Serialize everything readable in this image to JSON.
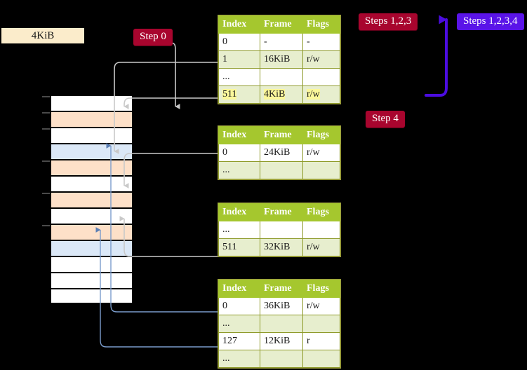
{
  "labels": {
    "size_box": "4KiB",
    "step0": "Step 0",
    "steps123": "Steps 1,2,3",
    "steps1234": "Steps 1,2,3,4",
    "step4": "Step 4"
  },
  "colors": {
    "tag_red": "#a8052e",
    "tag_blue": "#5a14e8",
    "cream": "#fbeccb",
    "table_header": "#a5c72e",
    "table_alt_row": "#e7eece",
    "highlight": "#fbf79a",
    "mem_orange": "#fde0c8",
    "mem_blue": "#dbe8f7",
    "connector_gray": "#b8b8b8",
    "connector_blue": "#7a9ccc"
  },
  "columns": [
    "Index",
    "Frame",
    "Flags"
  ],
  "tables": [
    {
      "name": "pml4-table",
      "rows": [
        {
          "index": "0",
          "frame": "-",
          "flags": "-",
          "alt": false,
          "highlight": false
        },
        {
          "index": "1",
          "frame": "16KiB",
          "flags": "r/w",
          "alt": true,
          "highlight": false
        },
        {
          "index": "...",
          "frame": "",
          "flags": "",
          "alt": false,
          "highlight": false
        },
        {
          "index": "511",
          "frame": "4KiB",
          "flags": "r/w",
          "alt": true,
          "highlight": true
        }
      ]
    },
    {
      "name": "pdpt-table",
      "rows": [
        {
          "index": "0",
          "frame": "24KiB",
          "flags": "r/w",
          "alt": false,
          "highlight": false
        },
        {
          "index": "...",
          "frame": "",
          "flags": "",
          "alt": true,
          "highlight": false
        }
      ]
    },
    {
      "name": "pd-table",
      "rows": [
        {
          "index": "...",
          "frame": "",
          "flags": "",
          "alt": false,
          "highlight": false
        },
        {
          "index": "511",
          "frame": "32KiB",
          "flags": "r/w",
          "alt": true,
          "highlight": false
        }
      ]
    },
    {
      "name": "pt-table",
      "rows": [
        {
          "index": "0",
          "frame": "36KiB",
          "flags": "r/w",
          "alt": false,
          "highlight": false
        },
        {
          "index": "...",
          "frame": "",
          "flags": "",
          "alt": true,
          "highlight": false
        },
        {
          "index": "127",
          "frame": "12KiB",
          "flags": "r",
          "alt": false,
          "highlight": false
        },
        {
          "index": "...",
          "frame": "",
          "flags": "",
          "alt": true,
          "highlight": false
        }
      ]
    }
  ],
  "memory_rows": [
    {
      "fill": "white",
      "tick": true
    },
    {
      "fill": "orange",
      "tick": true
    },
    {
      "fill": "white",
      "tick": true
    },
    {
      "fill": "blue",
      "tick": false
    },
    {
      "fill": "orange",
      "tick": true
    },
    {
      "fill": "white",
      "tick": false
    },
    {
      "fill": "orange",
      "tick": true
    },
    {
      "fill": "white",
      "tick": false
    },
    {
      "fill": "orange",
      "tick": true
    },
    {
      "fill": "blue",
      "tick": false
    },
    {
      "fill": "white",
      "tick": false
    },
    {
      "fill": "white",
      "tick": false
    },
    {
      "fill": "white",
      "tick": false
    }
  ]
}
